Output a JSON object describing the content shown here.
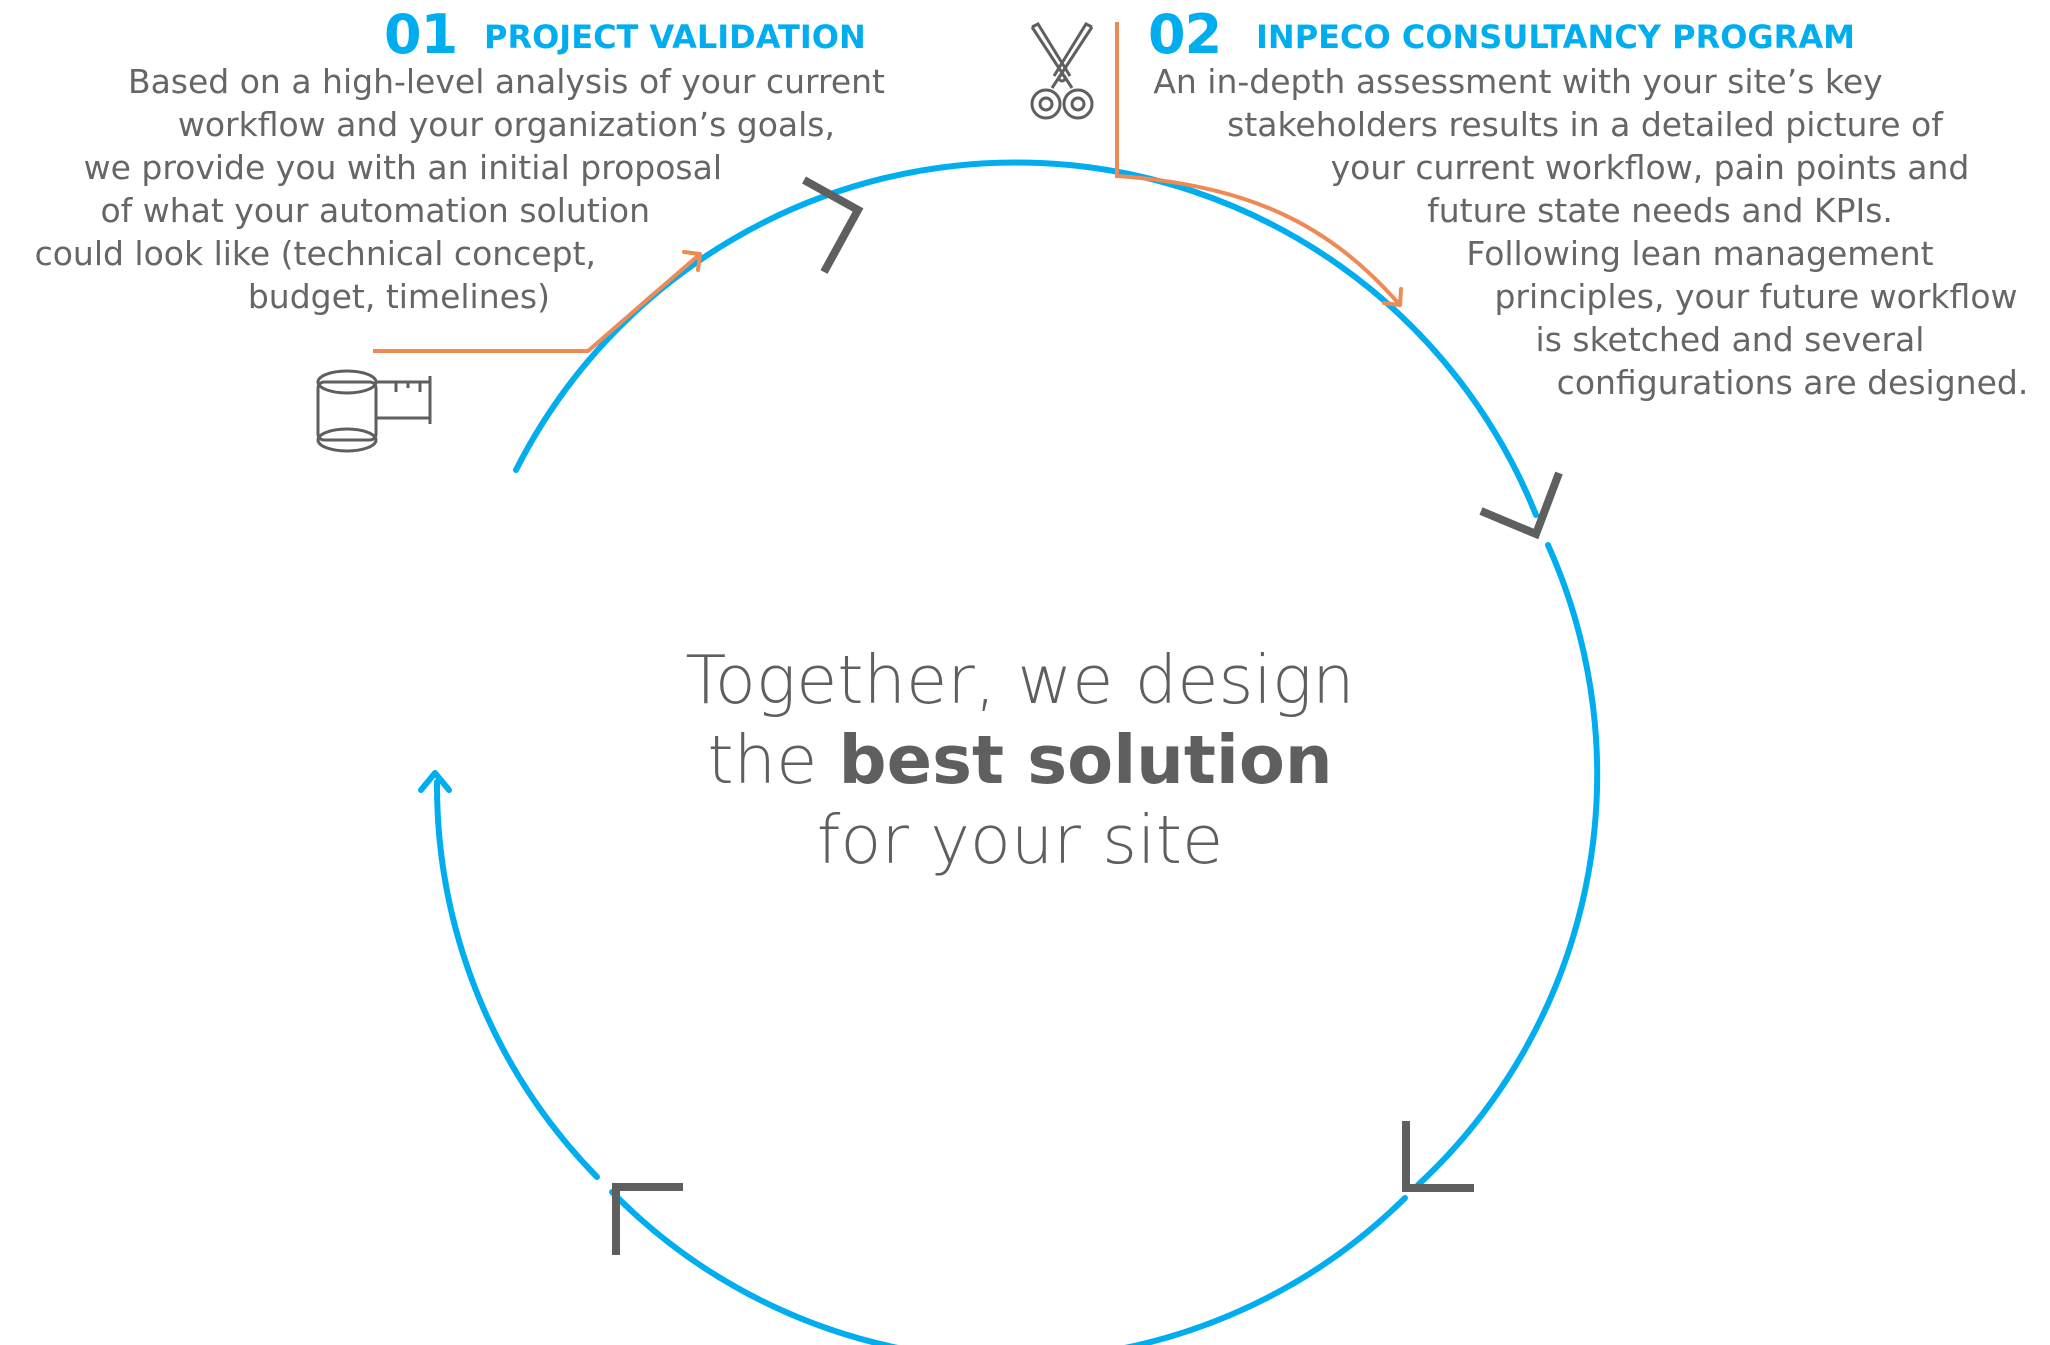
{
  "colors": {
    "blue": "#00AEEF",
    "orange": "#EE8A56",
    "gray": "#5F5F5F",
    "text": "#666666"
  },
  "step1": {
    "number": "01",
    "title": "PROJECT VALIDATION",
    "icon": "measuring-tape-icon",
    "lines": [
      "Based on a high-level analysis of your current",
      "workflow and your organization’s goals,",
      "we provide you with an initial proposal",
      "of what your automation solution",
      "could look like (technical concept,",
      "budget, timelines)"
    ]
  },
  "step2": {
    "number": "02",
    "title": "INPECO CONSULTANCY PROGRAM",
    "icon": "scissors-icon",
    "lines": [
      "An in-depth assessment with your site’s key",
      "stakeholders results in a detailed picture of",
      "your current workflow, pain points and",
      "future state needs and KPIs.",
      "Following lean management",
      "principles, your future workflow",
      "is sketched and several",
      "configurations are designed."
    ]
  },
  "center": {
    "line1": "Together, we design",
    "line2_pre": "the",
    "line2_bold": "best solution",
    "line3": "for your site"
  }
}
